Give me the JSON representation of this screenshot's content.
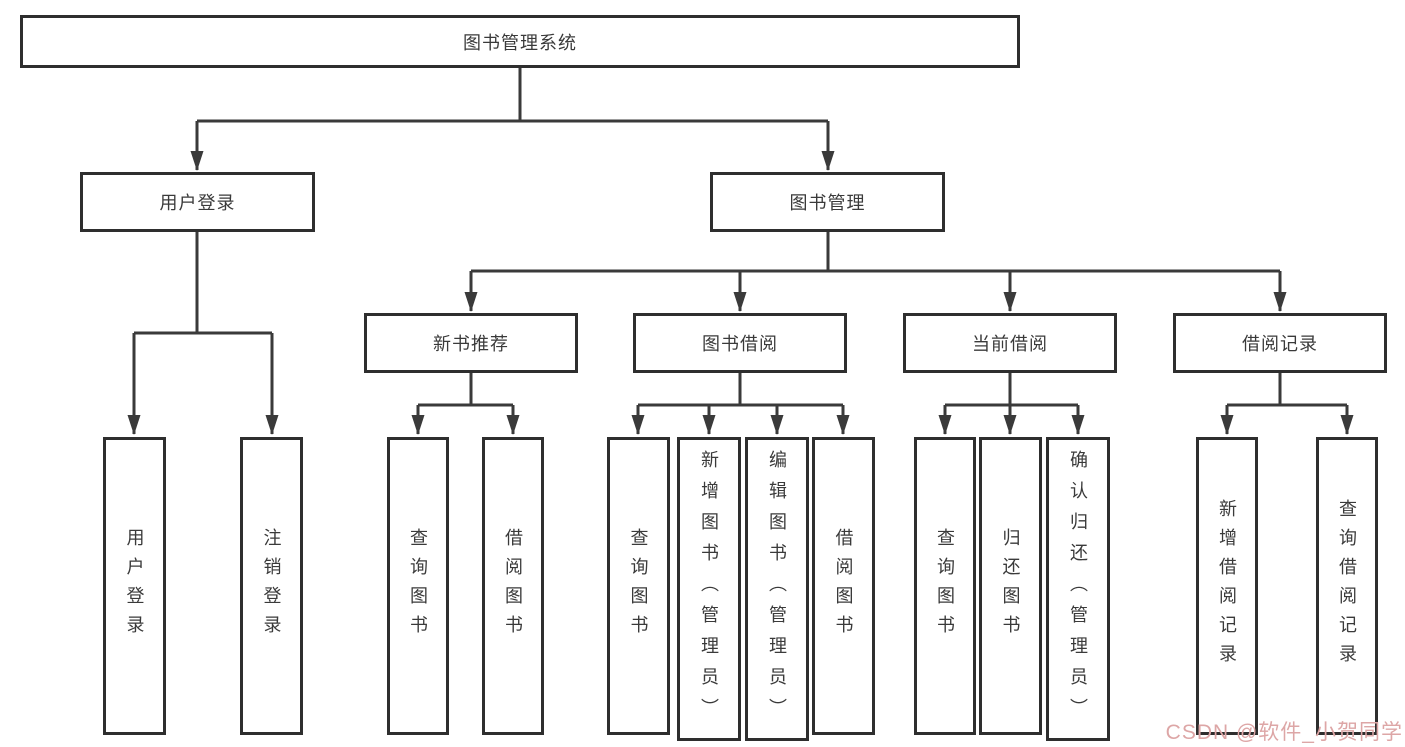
{
  "tree": {
    "root": "图书管理系统",
    "level2": [
      "用户登录",
      "图书管理"
    ],
    "level3": [
      "新书推荐",
      "图书借阅",
      "当前借阅",
      "借阅记录"
    ],
    "leaves": [
      "用户登录",
      "注销登录",
      "查询图书",
      "借阅图书",
      "查询图书",
      "新增图书（管理员）",
      "编辑图书（管理员）",
      "借阅图书",
      "查询图书",
      "归还图书",
      "确认归还（管理员）",
      "新增借阅记录",
      "查询借阅记录"
    ],
    "hierarchy": {
      "图书管理系统": [
        "用户登录",
        "图书管理"
      ],
      "用户登录": [
        "用户登录",
        "注销登录"
      ],
      "图书管理": [
        "新书推荐",
        "图书借阅",
        "当前借阅",
        "借阅记录"
      ],
      "新书推荐": [
        "查询图书",
        "借阅图书"
      ],
      "图书借阅": [
        "查询图书",
        "新增图书（管理员）",
        "编辑图书（管理员）",
        "借阅图书"
      ],
      "当前借阅": [
        "查询图书",
        "归还图书",
        "确认归还（管理员）"
      ],
      "借阅记录": [
        "新增借阅记录",
        "查询借阅记录"
      ]
    }
  },
  "watermark": {
    "text": "CSDN @软件_小贺同学"
  },
  "colors": {
    "background": "#ffffff",
    "box_border": "#2e2e2e",
    "connector": "#3a3a3a",
    "text": "#3a3a3a",
    "watermark": "#dda6a6"
  }
}
